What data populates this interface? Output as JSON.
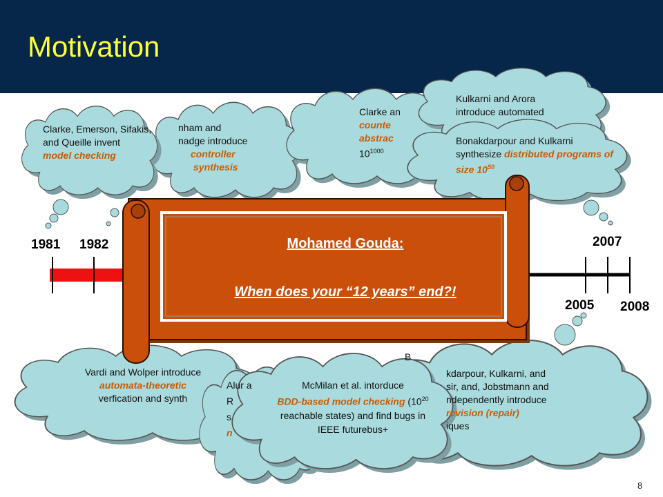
{
  "slide": {
    "title": "Motivation",
    "page_number": "8"
  },
  "years": {
    "y1981": "1981",
    "y1982": "1982",
    "y2005": "2005",
    "y2007": "2007",
    "y2008": "2008"
  },
  "top_clouds": {
    "clarke_emerson": {
      "text": "Clarke, Emerson, Sifakis, and Queille invent",
      "highlight": "model checking"
    },
    "emerson_clarke_partial": {
      "text1": "nham and",
      "text2": "nadge introduce",
      "highlight1": "controller",
      "highlight2": "synthesis"
    },
    "clarke_cegar_partial": {
      "text1": "Clarke an",
      "highlight1": "counte",
      "highlight2": "abstrac",
      "text2": "10",
      "sup": "1000"
    },
    "kulkarni_arora_partial": {
      "text1": "Kulkarni and Arora",
      "text2": "introduce automated"
    },
    "bonakdarpour_kulkarni": {
      "text": "Bonakdarpour and Kulkarni synthesize",
      "highlight1": "distributed",
      "highlight2": "programs of size 10",
      "sup": "50"
    }
  },
  "bottom_clouds": {
    "vardi_wolper": {
      "text1": "Vardi and Wolper introduce",
      "highlight": "automata-theoretic",
      "text2": "verfication and synth"
    },
    "alur_partial": {
      "l1": "Alur a",
      "l2": "R",
      "l3": "s",
      "l4": "n"
    },
    "mcmilan": {
      "text1": "McMilan et al. intorduce",
      "highlight1": "BDD-based model",
      "highlight2": "checking",
      "text2": "(10",
      "sup": "20",
      "text3": "reachable states) and find bugs in IEEE futurebus+"
    },
    "bonakdarpour_jobstmann_partial": {
      "l0": "B",
      "l1": "kdarpour, Kulkarni, and",
      "l2": "sir, and, Jobstmann and",
      "l3": "ndependently introduce",
      "highlight": "revision (repair)",
      "l5": "iques"
    }
  },
  "scroll": {
    "name": "Mohamed Gouda:",
    "question": "When does your “12 years” end?!"
  },
  "colors": {
    "header": "#06264a",
    "title": "#ffff33",
    "cloud_fill": "#a9dadd",
    "cloud_shadow": "#7f9fa3",
    "scroll_fill": "#c94f0b",
    "highlight": "#cc5a00",
    "timeline_red": "#ee1111"
  }
}
